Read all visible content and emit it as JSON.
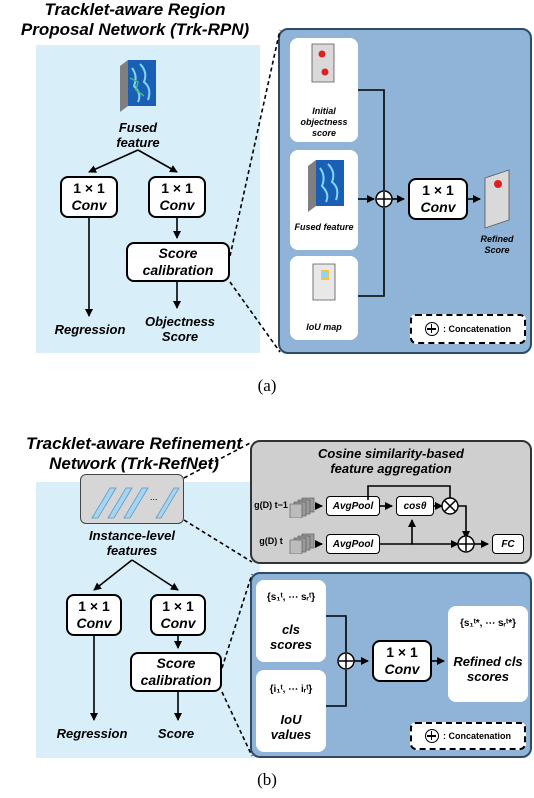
{
  "part_a": {
    "title_line1": "Tracklet-aware Region",
    "title_line2": "Proposal Network (Trk-RPN)",
    "fused_feature": "Fused feature",
    "conv_top": "1 × 1",
    "conv_bottom": "Conv",
    "score_calibration": "Score calibration",
    "regression": "Regression",
    "objectness_score": "Objectness Score",
    "detail": {
      "initial_objectness_score": "Initial objectness score",
      "fused_feature": "Fused feature",
      "iou_map": "IoU map",
      "refined_score": "Refined Score",
      "legend": ": Concatenation"
    },
    "caption": "(a)"
  },
  "part_b": {
    "title_line1": "Tracklet-aware Refinement",
    "title_line2": "Network (Trk-RefNet)",
    "instance_level_features": "Instance-level features",
    "ellipsis": "...",
    "conv_top": "1 × 1",
    "conv_bottom": "Conv",
    "score_calibration": "Score calibration",
    "regression": "Regression",
    "score": "Score",
    "aggregation": {
      "title_line1": "Cosine similarity-based",
      "title_line2": "feature aggregation",
      "avgpool_label": "AvgPool",
      "cos_label": "cosθ",
      "fc_label": "FC",
      "g_prev": "g(D) t−1",
      "g_cur": "g(D) t"
    },
    "detail": {
      "cls_set": "{s₁ᵗ, ⋯ sᵣᵗ}",
      "cls_scores": "cls scores",
      "iou_set": "{i₁ᵗ, ⋯ iᵣᵗ}",
      "iou_values": "IoU values",
      "refined_set": "{s₁ᵗ*, ⋯ sᵣᵗ*}",
      "refined_cls_scores": "Refined cls scores",
      "legend": ": Concatenation"
    },
    "caption": "(b)"
  }
}
